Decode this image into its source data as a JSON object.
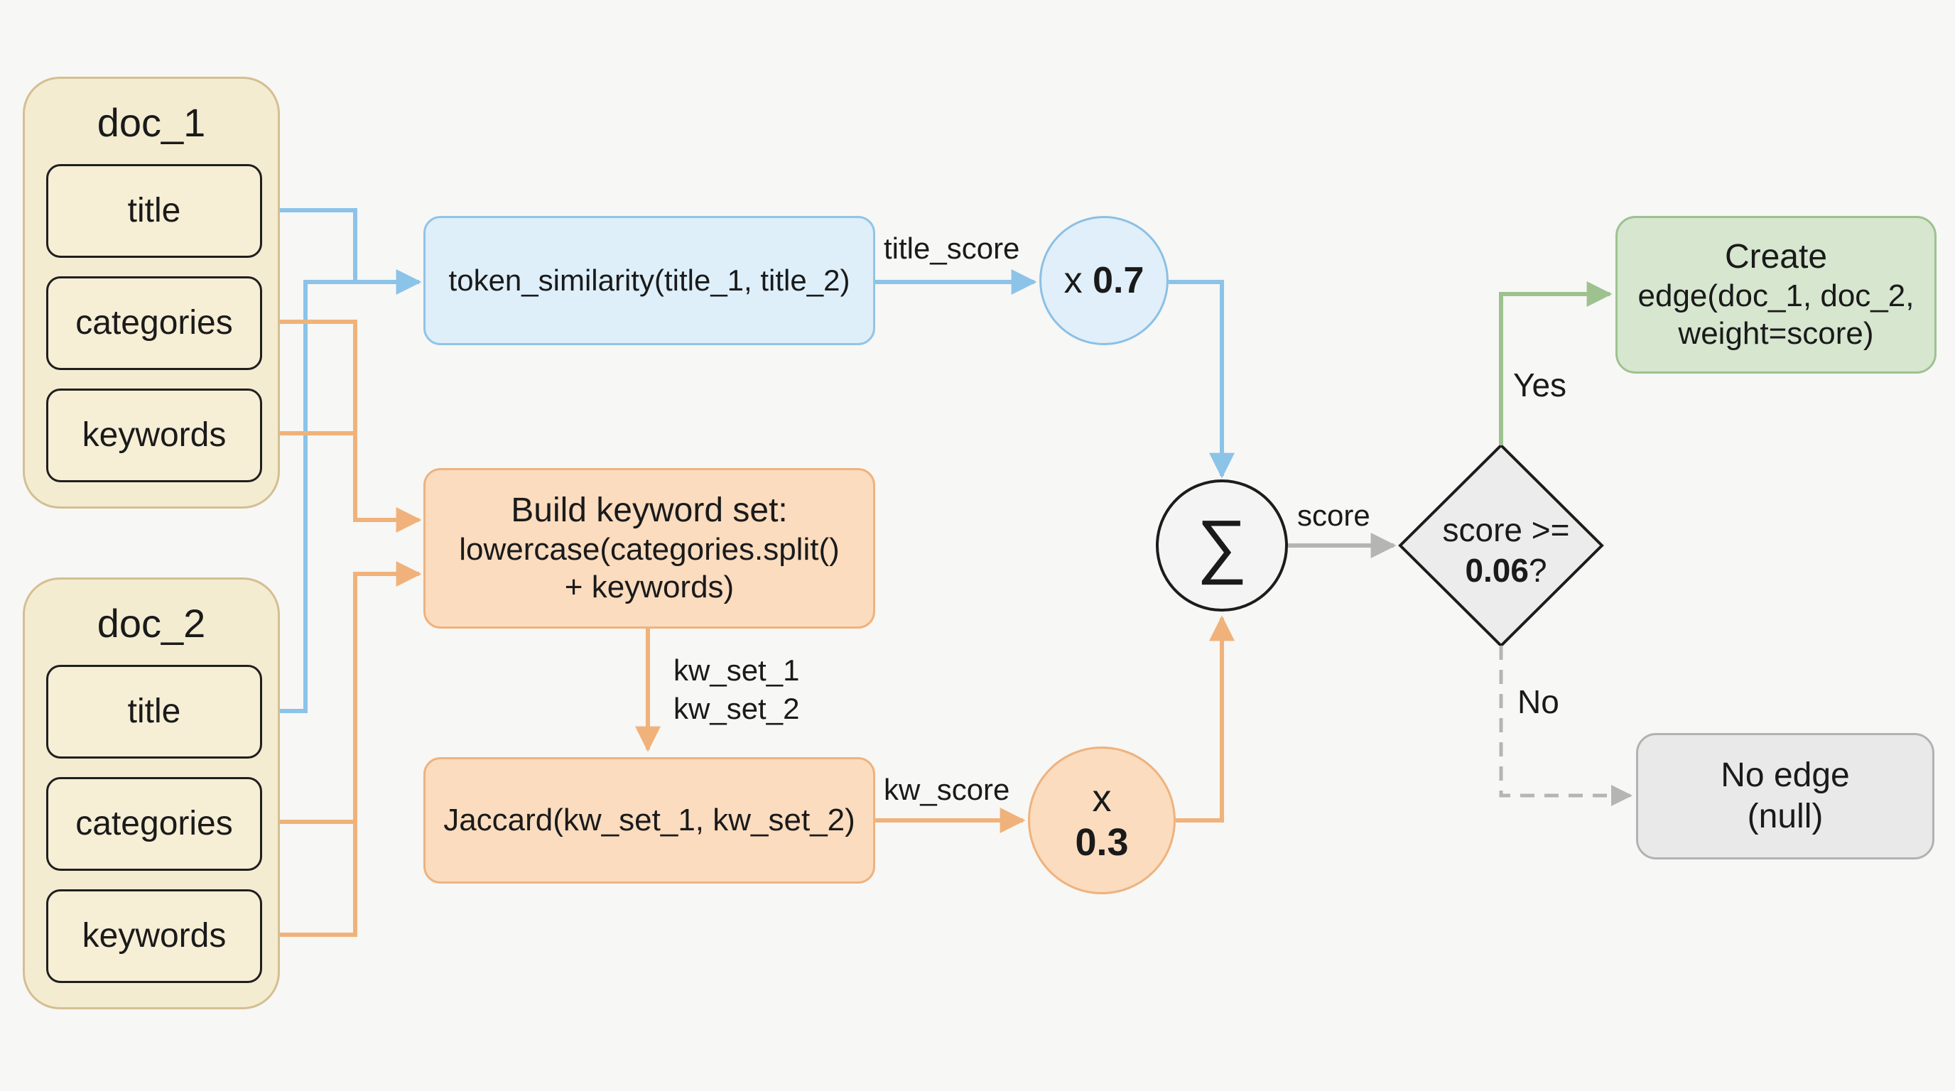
{
  "docs": [
    {
      "name": "doc_1",
      "fields": [
        "title",
        "categories",
        "keywords"
      ]
    },
    {
      "name": "doc_2",
      "fields": [
        "title",
        "categories",
        "keywords"
      ]
    }
  ],
  "nodes": {
    "token_similarity": "token_similarity(title_1, title_2)",
    "build_keyword": {
      "line1": "Build keyword set:",
      "line2": "lowercase(categories.split()",
      "line3": "+ keywords)"
    },
    "jaccard": "Jaccard(kw_set_1, kw_set_2)",
    "title_weight": {
      "prefix": "x",
      "value": "0.7"
    },
    "kw_weight": {
      "prefix": "x",
      "value": "0.3"
    },
    "sum_symbol": "∑",
    "decision": {
      "line1": "score >=",
      "threshold": "0.06",
      "suffix": "?"
    },
    "create_edge": {
      "line1": "Create",
      "line2": "edge(doc_1, doc_2,",
      "line3": "weight=score)"
    },
    "no_edge": {
      "line1": "No edge",
      "line2": "(null)"
    }
  },
  "edge_labels": {
    "title_score": "title_score",
    "kw_set_1": "kw_set_1",
    "kw_set_2": "kw_set_2",
    "kw_score": "kw_score",
    "score": "score",
    "yes": "Yes",
    "no": "No"
  },
  "colors": {
    "blue": "#8cc3e8",
    "orange": "#f0b27a",
    "green": "#9dc28f",
    "grey": "#b5b5b5"
  }
}
